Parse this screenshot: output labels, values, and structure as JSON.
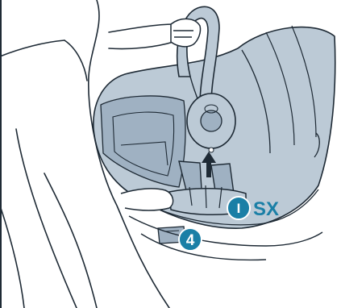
{
  "labels": {
    "base_name": "SX",
    "base_marker": "I",
    "step_number": "4"
  },
  "colors": {
    "outline": "#1e2a35",
    "seat_fill": "#bccad6",
    "seat_shade": "#9fb1c2",
    "accent": "#1a7fa6",
    "background": "#ffffff"
  },
  "icons": {
    "direction": "arrow-up-icon"
  }
}
